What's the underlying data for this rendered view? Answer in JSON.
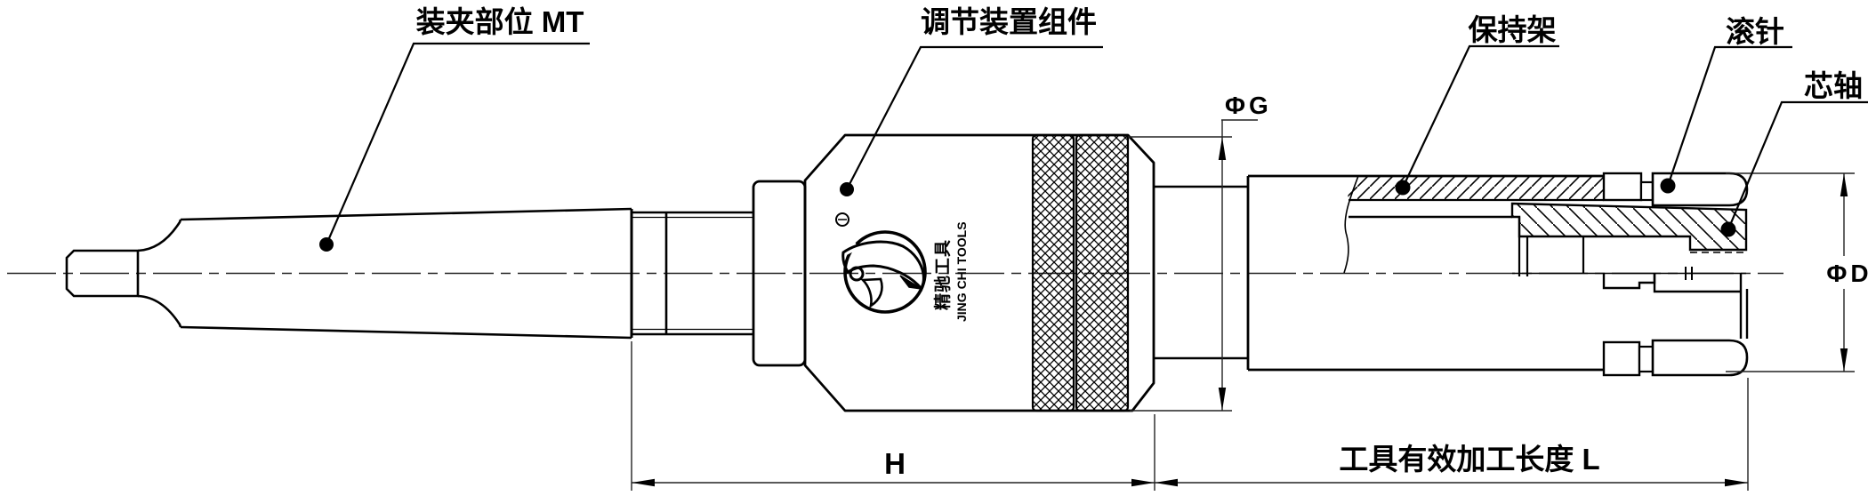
{
  "drawing": {
    "labels": {
      "clamping": "装夹部位 MT",
      "adjuster": "调节装置组件",
      "cage": "保持架",
      "roller": "滚针",
      "mandrel": "芯轴"
    },
    "dimensions": {
      "body_diameter": "ΦG",
      "head_diameter": "ΦD",
      "shank_length": "H",
      "effective_length": "工具有效加工长度 L"
    },
    "brand": {
      "logo_text_cn": "精驰工具",
      "logo_text_en": "JING CHI TOOLS"
    },
    "colors": {
      "line": "#000000",
      "background": "#ffffff"
    }
  }
}
